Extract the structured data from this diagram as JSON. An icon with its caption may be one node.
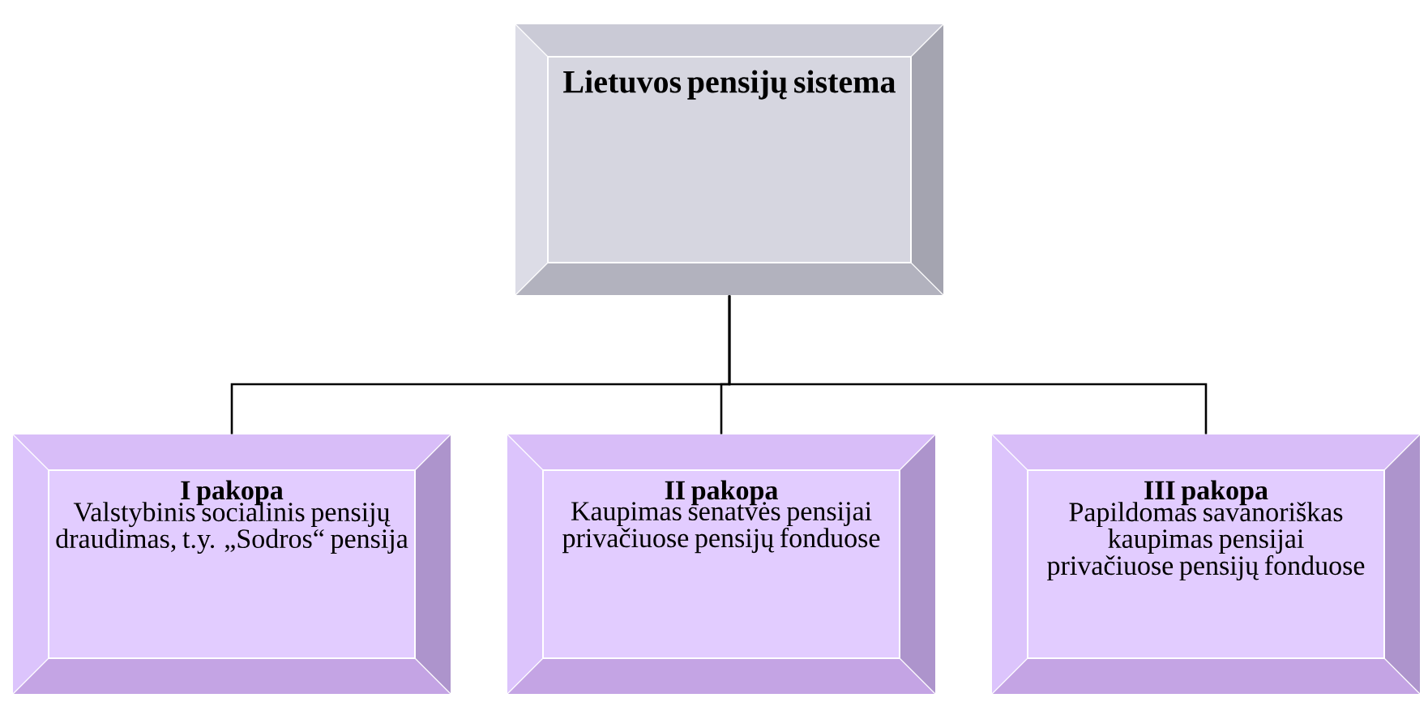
{
  "diagram": {
    "nodes": [
      {
        "text": [
          "Lietuvos pensijų sistema"
        ]
      },
      {
        "text": [
          "I pakopa",
          "Valstybinis socialinis pensijų draudimas, t.y. „Sodros“ pensija"
        ]
      },
      {
        "text": [
          "II pakopa",
          "Kaupimas senatvės pensijai privačiuose pensijų fonduose"
        ]
      },
      {
        "text": [
          "III pakopa",
          "Papildomas savanoriškas kaupimas pensijai privačiuose pensijų fonduose"
        ]
      }
    ],
    "edges": [
      {
        "from": 0,
        "to": 1,
        "arrow": "none"
      },
      {
        "from": 0,
        "to": 2,
        "arrow": "none"
      },
      {
        "from": 0,
        "to": 3,
        "arrow": "none"
      }
    ]
  }
}
